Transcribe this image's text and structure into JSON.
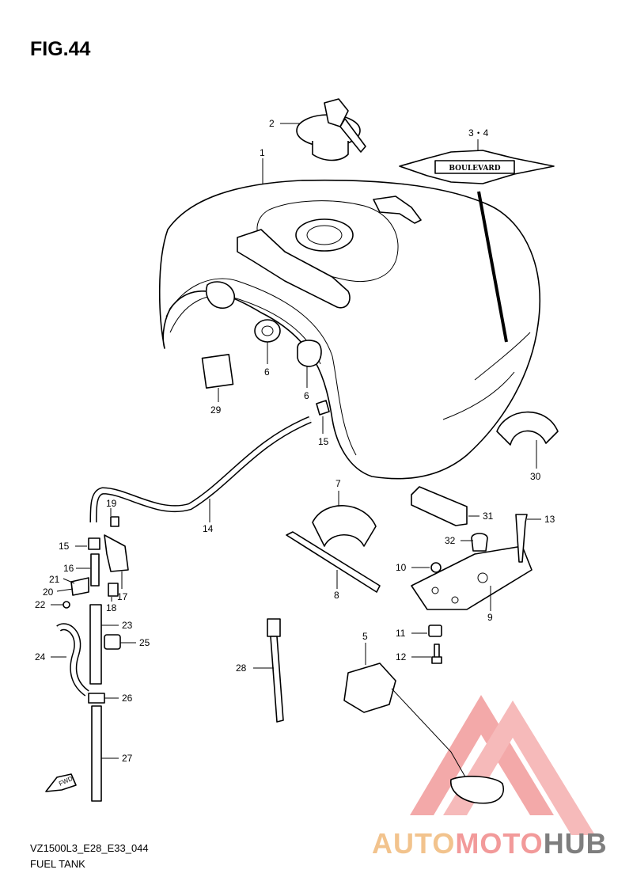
{
  "figure": {
    "title": "FIG.44"
  },
  "callouts": [
    "1",
    "2",
    "3・4",
    "5",
    "6",
    "6",
    "7",
    "8",
    "9",
    "10",
    "11",
    "12",
    "13",
    "14",
    "15",
    "15",
    "16",
    "17",
    "18",
    "19",
    "20",
    "21",
    "22",
    "23",
    "24",
    "25",
    "26",
    "27",
    "28",
    "29",
    "30",
    "31",
    "32"
  ],
  "footer": {
    "code": "VZ1500L3_E28_E33_044",
    "title": "FUEL TANK"
  },
  "emblem": {
    "text": "BOULEVARD"
  },
  "fwd": {
    "label": "FWD"
  },
  "watermark": {
    "part1": "AUTO",
    "part2": "MOTO",
    "part3": "HUB"
  },
  "colors": {
    "watermark_red": "#e84a4a",
    "watermark_orange": "#f2b36d",
    "watermark_gray": "#7e7e7e"
  }
}
